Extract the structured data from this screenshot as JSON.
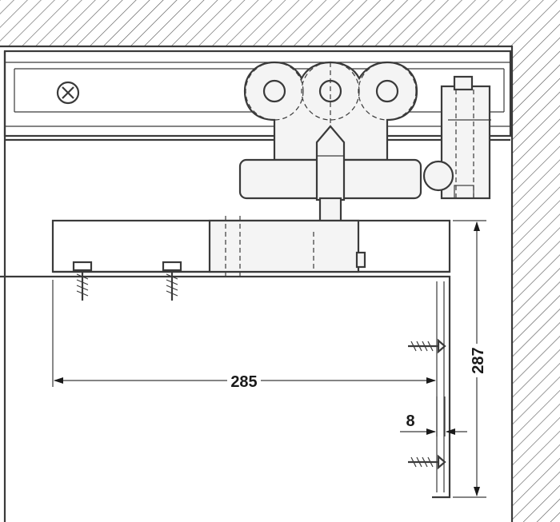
{
  "dimensions": {
    "horizontal_width": "285",
    "vertical_height": "287",
    "offset": "8"
  },
  "colors": {
    "line": "#3a3a3a",
    "hatch": "#555555",
    "part_fill": "#f4f4f4",
    "background": "#ffffff"
  }
}
